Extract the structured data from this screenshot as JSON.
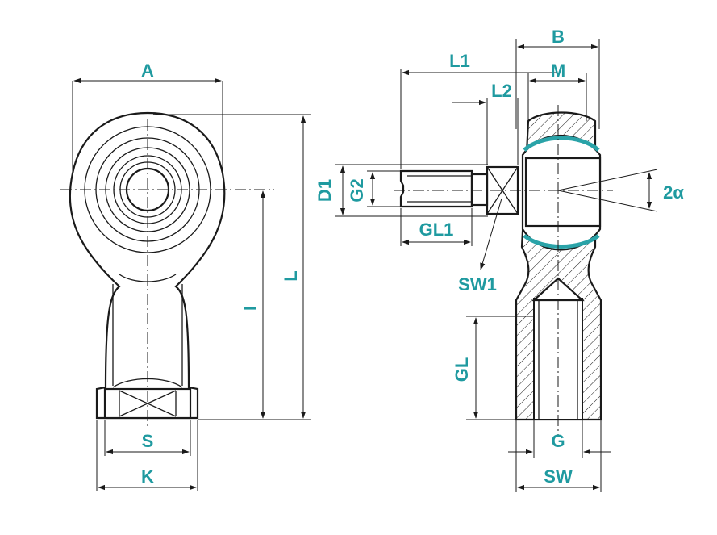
{
  "colors": {
    "label": "#1f9aa0",
    "line": "#1a1a1a",
    "seal": "#2aa3a8"
  },
  "labels": {
    "A": "A",
    "B": "B",
    "M": "M",
    "L1": "L1",
    "L2": "L2",
    "D1": "D1",
    "G2": "G2",
    "two_alpha": "2α",
    "GL1": "GL1",
    "SW1": "SW1",
    "L": "L",
    "l": "l",
    "GL": "GL",
    "S": "S",
    "K": "K",
    "G": "G",
    "SW": "SW"
  }
}
